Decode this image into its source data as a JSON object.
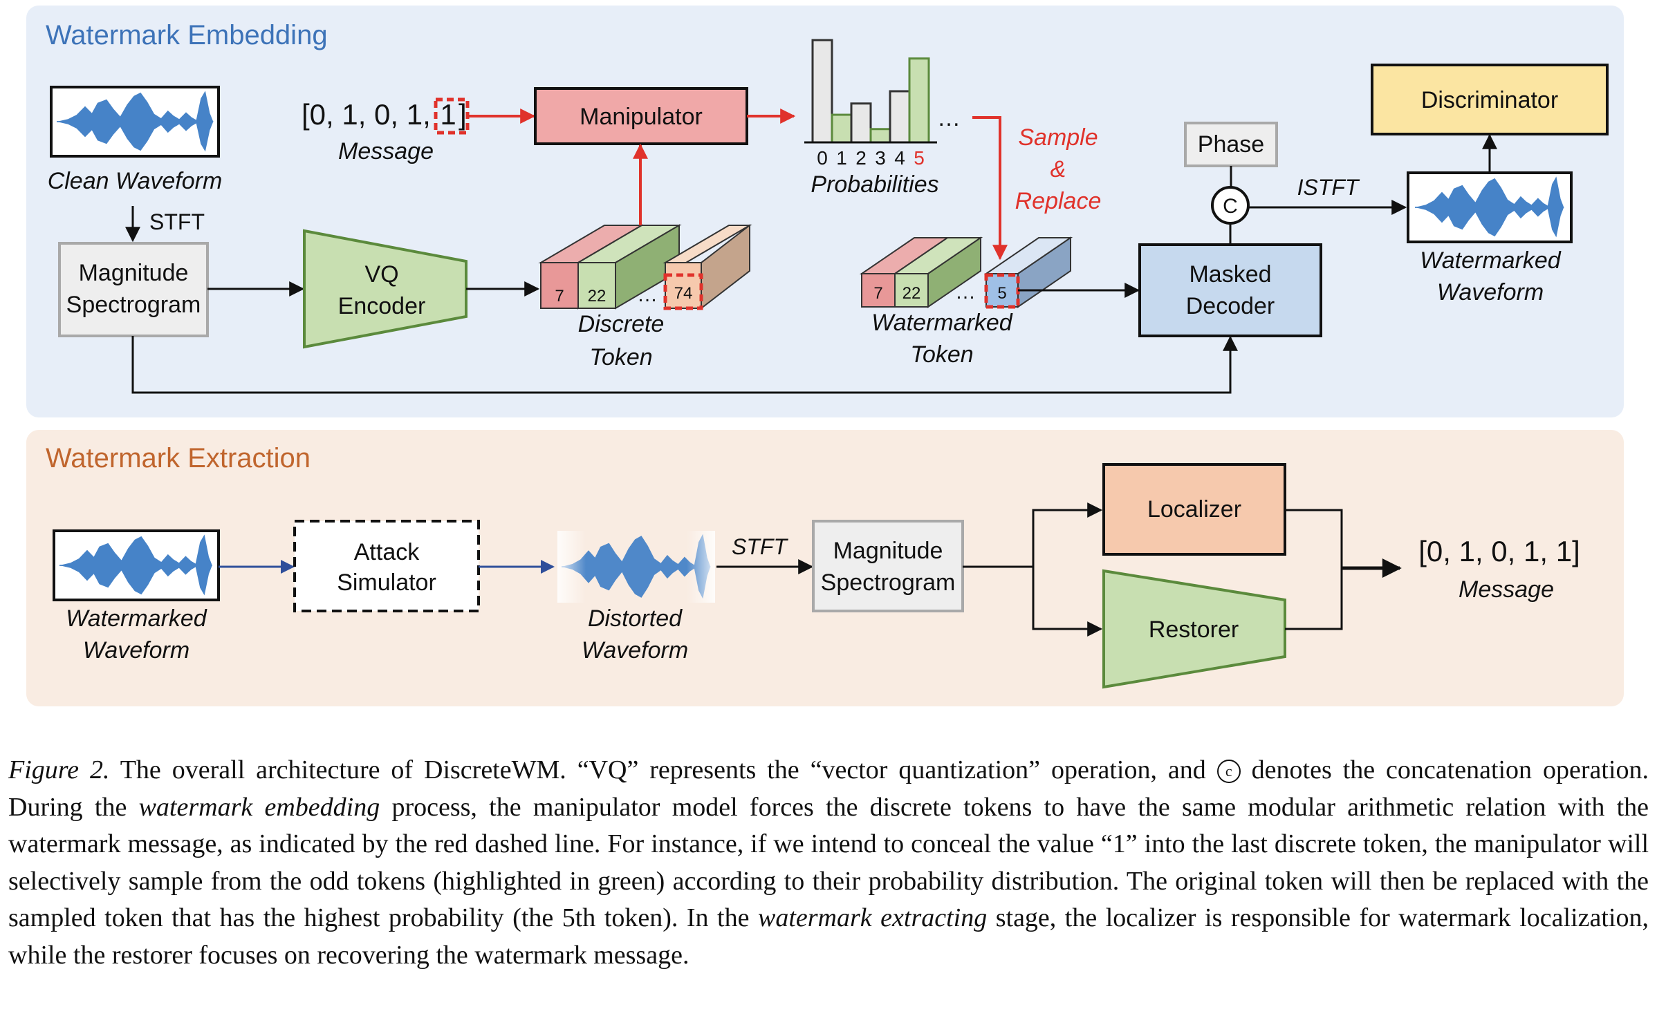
{
  "colors": {
    "embed_bg": "#e7eef8",
    "extract_bg": "#f9ece2",
    "embed_title": "#3d73b8",
    "extract_title": "#c0652d",
    "red": "#e0322b",
    "manipulator_fill": "#f0a8a8",
    "encoder_fill": "#c8dfb1",
    "decoder_fill": "#c6d9ee",
    "discriminator_fill": "#fbe5a2",
    "localizer_fill": "#f6c9ad",
    "restorer_fill": "#c8dfb1",
    "gray_box": "#eeeeee",
    "wave": "#4683c8"
  },
  "icons": {
    "waveform": "audio-waveform-icon",
    "concat": "circled-c-icon"
  },
  "embedding": {
    "title": "Watermark Embedding",
    "clean_waveform_label": "Clean Waveform",
    "stft_label": "STFT",
    "magnitude_line1": "Magnitude",
    "magnitude_line2": "Spectrogram",
    "vq_line1": "VQ",
    "vq_line2": "Encoder",
    "message_value": "[0, 1, 0, 1,",
    "message_last_bit": "1",
    "message_close": "]",
    "message_label": "Message",
    "manipulator_label": "Manipulator",
    "prob_tick_0": "0",
    "prob_tick_1": "1",
    "prob_tick_2": "2",
    "prob_tick_3": "3",
    "prob_tick_4": "4",
    "prob_tick_5": "5",
    "prob_label": "Probabilities",
    "ellipsis": "…",
    "sample_line1": "Sample",
    "sample_line2": "&",
    "sample_line3": "Replace",
    "phase_label": "Phase",
    "concat_symbol": "C",
    "istft_label": "ISTFT",
    "discriminator_label": "Discriminator",
    "masked_line1": "Masked",
    "masked_line2": "Decoder",
    "wm_waveform_line1": "Watermarked",
    "wm_waveform_line2": "Waveform",
    "discrete_token_1": "7",
    "discrete_token_2": "22",
    "discrete_token_last": "74",
    "discrete_label_line1": "Discrete",
    "discrete_label_line2": "Token",
    "wm_token_1": "7",
    "wm_token_2": "22",
    "wm_token_last": "5",
    "wm_token_label_line1": "Watermarked",
    "wm_token_label_line2": "Token"
  },
  "probabilities": {
    "bars": [
      {
        "token": 0,
        "value": 1.0,
        "odd": false
      },
      {
        "token": 1,
        "value": 0.27,
        "odd": true
      },
      {
        "token": 2,
        "value": 0.38,
        "odd": false
      },
      {
        "token": 3,
        "value": 0.13,
        "odd": true
      },
      {
        "token": 4,
        "value": 0.5,
        "odd": false
      },
      {
        "token": 5,
        "value": 0.82,
        "odd": true
      }
    ]
  },
  "extraction": {
    "title": "Watermark Extraction",
    "wm_waveform_line1": "Watermarked",
    "wm_waveform_line2": "Waveform",
    "attack_line1": "Attack",
    "attack_line2": "Simulator",
    "distorted_line1": "Distorted",
    "distorted_line2": "Waveform",
    "stft_label": "STFT",
    "magnitude_line1": "Magnitude",
    "magnitude_line2": "Spectrogram",
    "localizer_label": "Localizer",
    "restorer_label": "Restorer",
    "message_value": "[0, 1, 0, 1, 1]",
    "message_label": "Message"
  },
  "caption": {
    "figure_label": "Figure 2.",
    "part1": " The overall architecture of DiscreteWM. “VQ” represents the “vector quantization” operation, and ",
    "circled": "c",
    "part2": " denotes the concatenation operation. During the ",
    "em1": "watermark embedding",
    "part3": " process, the manipulator model forces the discrete tokens to have the same modular arithmetic relation with the watermark message, as indicated by the red dashed line. For instance, if we intend to conceal the value “1” into the last discrete token, the manipulator will selectively sample from the odd tokens (highlighted in green) according to their probability distribution. The original token will then be replaced with the sampled token that has the highest probability (the 5th token). In the ",
    "em2": "watermark extracting",
    "part4": " stage, the localizer is responsible for watermark localization, while the restorer focuses on recovering the watermark message."
  }
}
